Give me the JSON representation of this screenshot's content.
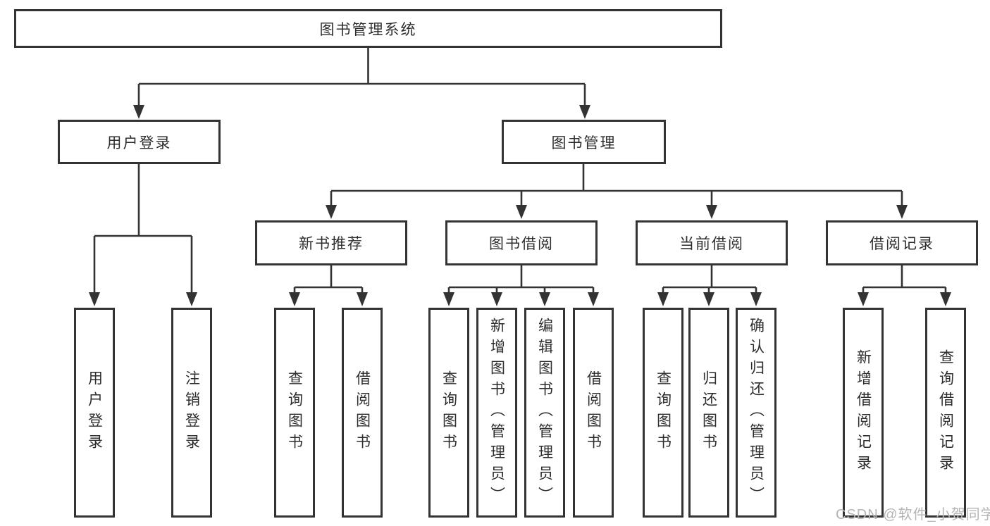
{
  "tree": {
    "root": "图书管理系统",
    "branches": [
      {
        "label": "用户登录",
        "children": [
          "用户登录",
          "注销登录"
        ]
      },
      {
        "label": "图书管理",
        "groups": [
          {
            "label": "新书推荐",
            "children": [
              "查询图书",
              "借阅图书"
            ]
          },
          {
            "label": "图书借阅",
            "children": [
              "查询图书",
              "新增图书（管理员）",
              "编辑图书（管理员）",
              "借阅图书"
            ]
          },
          {
            "label": "当前借阅",
            "children": [
              "查询图书",
              "归还图书",
              "确认归还（管理员）"
            ]
          },
          {
            "label": "借阅记录",
            "children": [
              "新增借阅记录",
              "查询借阅记录"
            ]
          }
        ]
      }
    ]
  },
  "watermark": "CSDN @软件_小贺同学",
  "colors": {
    "line": "#333333",
    "text": "#2d2d2d",
    "box_background": "#ffffff",
    "watermark": "#b5b5b5"
  }
}
